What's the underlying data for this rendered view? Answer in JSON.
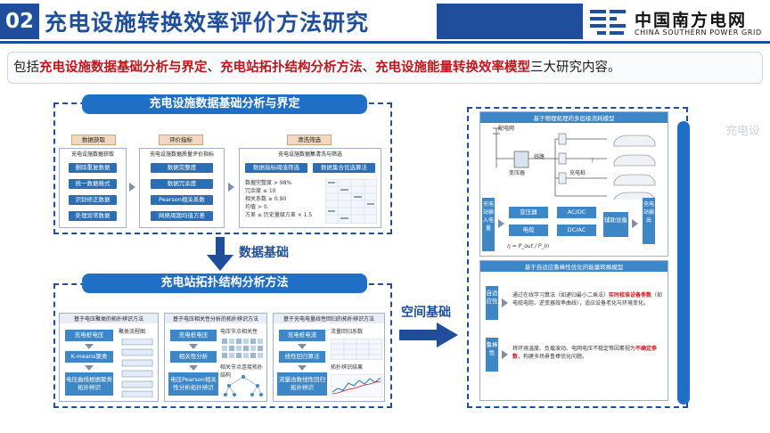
{
  "header": {
    "number": "02",
    "title": "充电设施转换效率评价方法研究",
    "logo_cn": "中国南方电网",
    "logo_en": "CHINA SOUTHERN POWER GRID"
  },
  "intro": {
    "prefix": "包括",
    "item1": "充电设施数据基础分析与界定",
    "sep1": "、",
    "item2": "充电站拓扑结构分析方法",
    "sep2": "、",
    "item3": "充电设施能量转换效率模型",
    "suffix": "三大研究内容。"
  },
  "section1": {
    "title": "充电设施数据基础分析与界定",
    "col1": {
      "tag": "数据获取",
      "header": "充电设施数据获取",
      "items": [
        "删除重复数据",
        "统一数据格式",
        "识别修正数据",
        "处理异常数据"
      ]
    },
    "col2": {
      "tag": "评价指标",
      "header": "充电设施数据质量评价指标",
      "items": [
        "数据完整度",
        "数据冗余度",
        "Pearson相关系数",
        "网络周期均值方差"
      ]
    },
    "col3": {
      "tag": "清洗筛选",
      "header": "充电设施数据集清洗与筛选",
      "items": [
        "数据指标阈值筛选",
        "数据集合优选算法"
      ],
      "criteria": [
        "数据完整度 > 98%",
        "冗余度 ≤ 10",
        "相关系数 ≥ 0.90",
        "均值 > 0.",
        "方差 ≤ 历史量级方差 × 1.5"
      ]
    }
  },
  "arrow1_label": "数据基础",
  "section2": {
    "title": "充电站拓扑结构分析方法",
    "col1": {
      "header": "基于电压聚类的拓扑辨识方法",
      "items": [
        "充电桩电压",
        "K-means聚类",
        "电压曲线根据聚类拓扑辨识"
      ],
      "side": [
        "聚类流程图"
      ]
    },
    "col2": {
      "header": "基于电压相关性分析的拓扑辨识方法",
      "items": [
        "充电桩电压",
        "相关性分析",
        "电压Pearson相关性分析拓扑辨识"
      ],
      "side": [
        "电压节点相关性",
        "相关节点连接拓扑结构"
      ]
    },
    "col3": {
      "header": "基于充电电量线性回归的拓扑辨识方法",
      "items": [
        "充电桩电流",
        "线性回归算法",
        "流量函数线性回归拓扑辨识"
      ],
      "side": [
        "流量回归系数",
        "拓扑辨识结果"
      ]
    }
  },
  "arrow2_label": "空间基础",
  "section3": {
    "topic1": {
      "header": "基于物理机理的多层级消耗模型",
      "labels": [
        "配电网",
        "变压器",
        "线路",
        "充电桩"
      ],
      "side_label": "充电站输入电量",
      "boxes": [
        "变压器",
        "AC/DC",
        "电缆",
        "DC/AC",
        "辅助设备"
      ],
      "output": "充电站输出",
      "formula": "η = P_out / P_in"
    },
    "topic2": {
      "header": "基于自适应鲁棒性优化的能量转换模型",
      "item1_label": "自适应性",
      "item1_text_a": "通过在线学习算法（如递归最小二乘法）",
      "item1_text_red": "实时校准设备参数",
      "item1_text_b": "（如电缆电阻、逆变器效率曲线），适应设备老化与环境变化。",
      "item2_label": "鲁棒性",
      "item2_text_a": "将环境温度、负载波动、电网电压不稳定等因素视为",
      "item2_text_red": "不确定参数",
      "item2_text_b": "，构建多场景鲁棒优化问题。"
    },
    "bar_label": "充电设"
  },
  "colors": {
    "primary": "#1f4e9c",
    "accent_red": "#c0151b",
    "pill": "#1f6fc6"
  }
}
